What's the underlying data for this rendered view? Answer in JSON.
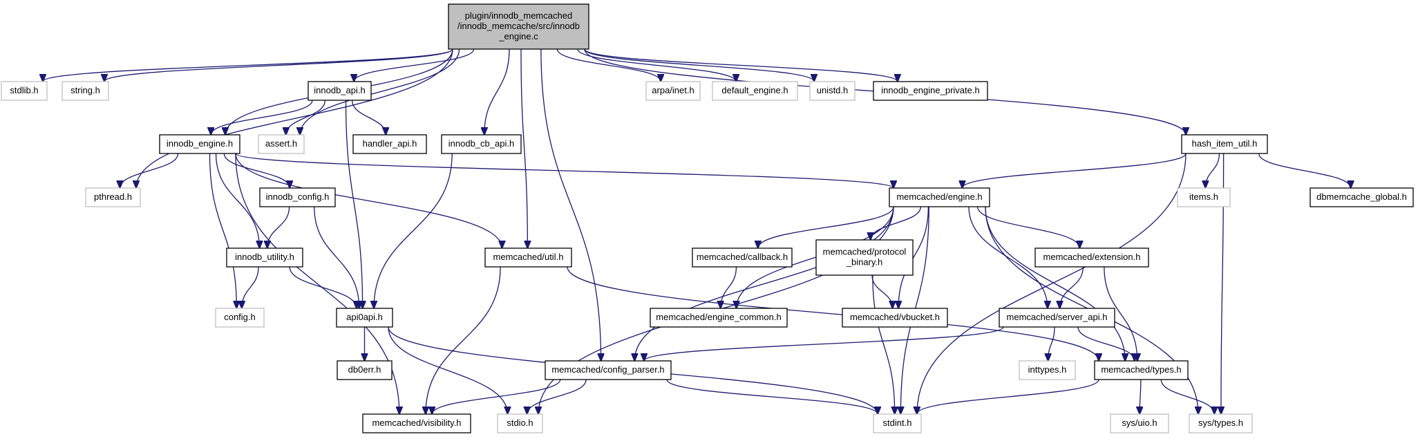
{
  "diagram": {
    "type": "include-dependency-graph",
    "colors": {
      "edge": "#191970",
      "root_fill": "#bfbfbf",
      "known_border": "#000000",
      "unknown_border": "#bfbfbf"
    },
    "nodes": [
      {
        "id": "root",
        "lines": [
          "plugin/innodb_memcached",
          "/innodb_memcache/src/innodb",
          "_engine.c"
        ],
        "kind": "root"
      },
      {
        "id": "stdlib",
        "lines": [
          "stdlib.h"
        ],
        "kind": "unknown"
      },
      {
        "id": "string",
        "lines": [
          "string.h"
        ],
        "kind": "unknown"
      },
      {
        "id": "pthread",
        "lines": [
          "pthread.h"
        ],
        "kind": "unknown"
      },
      {
        "id": "innodb_engine_h",
        "lines": [
          "innodb_engine.h"
        ],
        "kind": "known"
      },
      {
        "id": "assert",
        "lines": [
          "assert.h"
        ],
        "kind": "unknown"
      },
      {
        "id": "innodb_api",
        "lines": [
          "innodb_api.h"
        ],
        "kind": "known"
      },
      {
        "id": "handler_api",
        "lines": [
          "handler_api.h"
        ],
        "kind": "known"
      },
      {
        "id": "innodb_cb_api",
        "lines": [
          "innodb_cb_api.h"
        ],
        "kind": "known"
      },
      {
        "id": "arpa",
        "lines": [
          "arpa/inet.h"
        ],
        "kind": "unknown"
      },
      {
        "id": "default_engine",
        "lines": [
          "default_engine.h"
        ],
        "kind": "unknown"
      },
      {
        "id": "unistd",
        "lines": [
          "unistd.h"
        ],
        "kind": "unknown"
      },
      {
        "id": "innodb_engine_private",
        "lines": [
          "innodb_engine_private.h"
        ],
        "kind": "known"
      },
      {
        "id": "hash_item_util",
        "lines": [
          "hash_item_util.h"
        ],
        "kind": "known"
      },
      {
        "id": "items",
        "lines": [
          "items.h"
        ],
        "kind": "unknown"
      },
      {
        "id": "dbmemcache_global",
        "lines": [
          "dbmemcache_global.h"
        ],
        "kind": "known"
      },
      {
        "id": "mc_engine",
        "lines": [
          "memcached/engine.h"
        ],
        "kind": "known"
      },
      {
        "id": "innodb_config",
        "lines": [
          "innodb_config.h"
        ],
        "kind": "known"
      },
      {
        "id": "innodb_utility",
        "lines": [
          "innodb_utility.h"
        ],
        "kind": "known"
      },
      {
        "id": "config",
        "lines": [
          "config.h"
        ],
        "kind": "unknown"
      },
      {
        "id": "api0api",
        "lines": [
          "api0api.h"
        ],
        "kind": "known"
      },
      {
        "id": "db0err",
        "lines": [
          "db0err.h"
        ],
        "kind": "known"
      },
      {
        "id": "mc_util",
        "lines": [
          "memcached/util.h"
        ],
        "kind": "known"
      },
      {
        "id": "mc_callback",
        "lines": [
          "memcached/callback.h"
        ],
        "kind": "known"
      },
      {
        "id": "mc_engine_common",
        "lines": [
          "memcached/engine_common.h"
        ],
        "kind": "known"
      },
      {
        "id": "mc_protocol_binary",
        "lines": [
          "memcached/protocol",
          "_binary.h"
        ],
        "kind": "known"
      },
      {
        "id": "mc_vbucket",
        "lines": [
          "memcached/vbucket.h"
        ],
        "kind": "known"
      },
      {
        "id": "mc_extension",
        "lines": [
          "memcached/extension.h"
        ],
        "kind": "known"
      },
      {
        "id": "mc_server_api",
        "lines": [
          "memcached/server_api.h"
        ],
        "kind": "known"
      },
      {
        "id": "mc_config_parser",
        "lines": [
          "memcached/config_parser.h"
        ],
        "kind": "known"
      },
      {
        "id": "inttypes",
        "lines": [
          "inttypes.h"
        ],
        "kind": "unknown"
      },
      {
        "id": "mc_types",
        "lines": [
          "memcached/types.h"
        ],
        "kind": "known"
      },
      {
        "id": "mc_visibility",
        "lines": [
          "memcached/visibility.h"
        ],
        "kind": "known"
      },
      {
        "id": "stdio",
        "lines": [
          "stdio.h"
        ],
        "kind": "unknown"
      },
      {
        "id": "stdint",
        "lines": [
          "stdint.h"
        ],
        "kind": "unknown"
      },
      {
        "id": "sys_uio",
        "lines": [
          "sys/uio.h"
        ],
        "kind": "unknown"
      },
      {
        "id": "sys_types",
        "lines": [
          "sys/types.h"
        ],
        "kind": "unknown"
      }
    ],
    "edges": [
      [
        "root",
        "stdlib"
      ],
      [
        "root",
        "string"
      ],
      [
        "root",
        "pthread"
      ],
      [
        "root",
        "innodb_engine_h"
      ],
      [
        "root",
        "assert"
      ],
      [
        "root",
        "innodb_api"
      ],
      [
        "root",
        "innodb_cb_api"
      ],
      [
        "root",
        "mc_util"
      ],
      [
        "root",
        "mc_config_parser"
      ],
      [
        "root",
        "arpa"
      ],
      [
        "root",
        "default_engine"
      ],
      [
        "root",
        "unistd"
      ],
      [
        "root",
        "innodb_engine_private"
      ],
      [
        "root",
        "hash_item_util"
      ],
      [
        "innodb_api",
        "innodb_engine_h"
      ],
      [
        "innodb_api",
        "assert"
      ],
      [
        "innodb_api",
        "handler_api"
      ],
      [
        "innodb_api",
        "api0api"
      ],
      [
        "innodb_engine_h",
        "pthread"
      ],
      [
        "innodb_engine_h",
        "innodb_config"
      ],
      [
        "innodb_engine_h",
        "innodb_utility"
      ],
      [
        "innodb_engine_h",
        "config"
      ],
      [
        "innodb_engine_h",
        "mc_visibility"
      ],
      [
        "innodb_engine_h",
        "mc_util"
      ],
      [
        "innodb_engine_h",
        "mc_engine"
      ],
      [
        "innodb_cb_api",
        "api0api"
      ],
      [
        "innodb_config",
        "innodb_utility"
      ],
      [
        "innodb_config",
        "api0api"
      ],
      [
        "innodb_utility",
        "config"
      ],
      [
        "innodb_utility",
        "api0api"
      ],
      [
        "api0api",
        "db0err"
      ],
      [
        "api0api",
        "stdio"
      ],
      [
        "api0api",
        "stdint"
      ],
      [
        "mc_util",
        "mc_visibility"
      ],
      [
        "mc_util",
        "mc_types"
      ],
      [
        "hash_item_util",
        "mc_engine"
      ],
      [
        "hash_item_util",
        "items"
      ],
      [
        "hash_item_util",
        "dbmemcache_global"
      ],
      [
        "hash_item_util",
        "stdint"
      ],
      [
        "hash_item_util",
        "sys_types"
      ],
      [
        "mc_engine",
        "mc_callback"
      ],
      [
        "mc_engine",
        "mc_engine_common"
      ],
      [
        "mc_engine",
        "mc_protocol_binary"
      ],
      [
        "mc_engine",
        "mc_vbucket"
      ],
      [
        "mc_engine",
        "mc_extension"
      ],
      [
        "mc_engine",
        "mc_server_api"
      ],
      [
        "mc_engine",
        "mc_config_parser"
      ],
      [
        "mc_engine",
        "mc_types"
      ],
      [
        "mc_engine",
        "stdio"
      ],
      [
        "mc_engine",
        "stdint"
      ],
      [
        "mc_engine",
        "sys_types"
      ],
      [
        "mc_callback",
        "mc_engine_common"
      ],
      [
        "mc_protocol_binary",
        "mc_vbucket"
      ],
      [
        "mc_protocol_binary",
        "stdint"
      ],
      [
        "mc_extension",
        "mc_server_api"
      ],
      [
        "mc_extension",
        "mc_types"
      ],
      [
        "mc_server_api",
        "mc_config_parser"
      ],
      [
        "mc_server_api",
        "inttypes"
      ],
      [
        "mc_server_api",
        "mc_types"
      ],
      [
        "mc_config_parser",
        "mc_visibility"
      ],
      [
        "mc_config_parser",
        "stdio"
      ],
      [
        "mc_config_parser",
        "stdint"
      ],
      [
        "mc_types",
        "stdint"
      ],
      [
        "mc_types",
        "sys_uio"
      ],
      [
        "mc_types",
        "sys_types"
      ]
    ]
  }
}
